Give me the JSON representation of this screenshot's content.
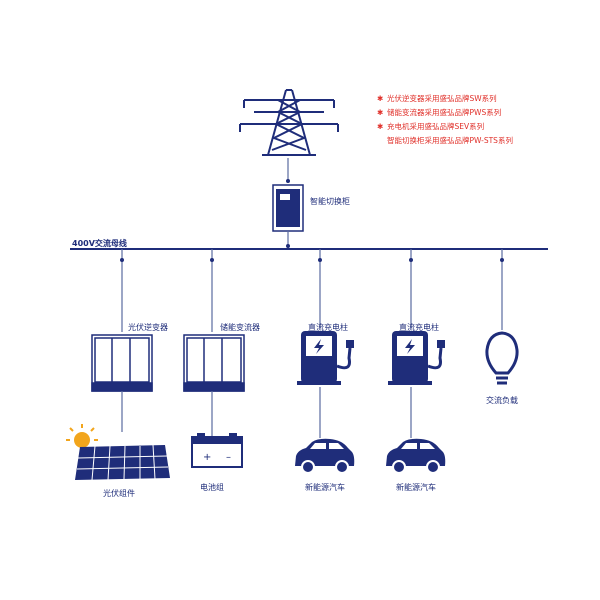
{
  "notes": [
    "光伏逆变器采用盛弘品牌SW系列",
    "储能变流器采用盛弘品牌PWS系列",
    "充电机采用盛弘品牌SEV系列",
    "智能切换柜采用盛弘品牌PW-STS系列"
  ],
  "bus_label": "400V交流母线",
  "switch_cabinet_label": "智能切换柜",
  "devices": {
    "pv_inverter": "光伏逆变器",
    "storage_converter": "储能变流器",
    "charger_1": "直流充电柱",
    "charger_2": "直流充电柱",
    "ac_load": "交流负载"
  },
  "terminals": {
    "pv_modules": "光伏组件",
    "battery": "电池组",
    "ev_1": "新能源汽车",
    "ev_2": "新能源汽车"
  },
  "colors": {
    "primary": "#1f2d7a",
    "line": "#5a6aa0",
    "note_text": "#e0302a",
    "sun": "#f2a51c"
  }
}
